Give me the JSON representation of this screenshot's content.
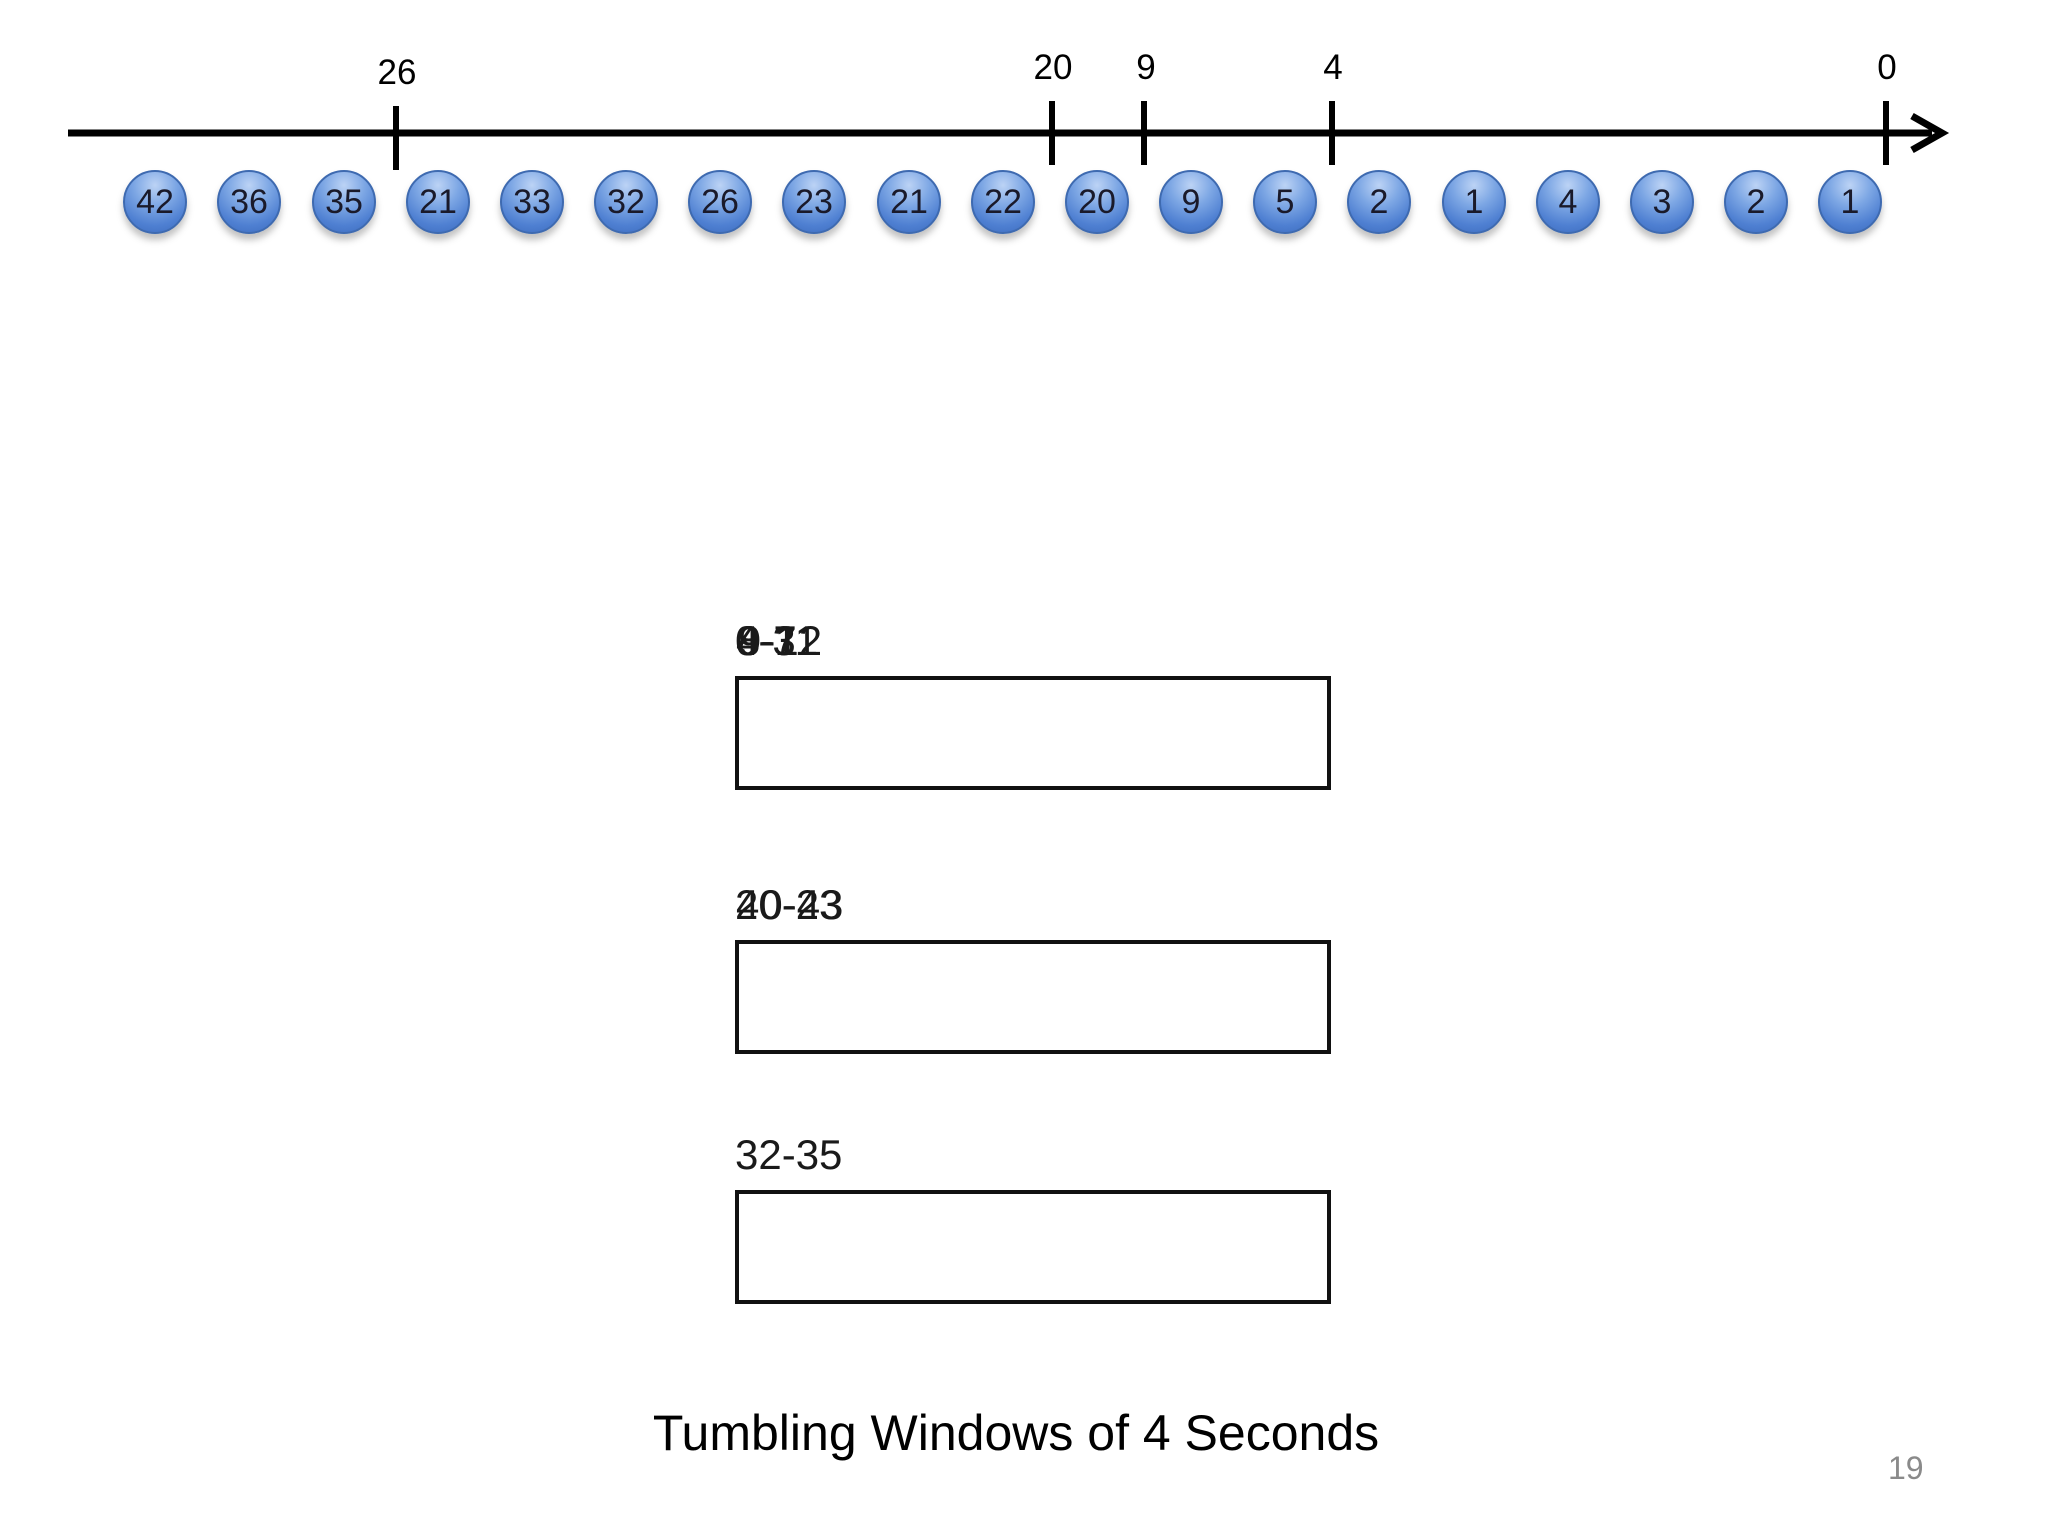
{
  "timeline": {
    "ticks": [
      {
        "label": "26"
      },
      {
        "label": "20"
      },
      {
        "label": "9"
      },
      {
        "label": "4"
      },
      {
        "label": "0"
      }
    ],
    "events": [
      "42",
      "36",
      "35",
      "21",
      "33",
      "32",
      "26",
      "23",
      "21",
      "22",
      "20",
      "9",
      "5",
      "2",
      "1",
      "4",
      "3",
      "2",
      "1"
    ],
    "colors": {
      "axis": "#000000",
      "event_fill": "#5b8bd8",
      "event_border": "#3e6ab0"
    }
  },
  "windows": [
    {
      "labels": [
        "0-3",
        "4-7",
        "8-11",
        "9-12"
      ]
    },
    {
      "labels": [
        "20-23",
        "40-43"
      ]
    },
    {
      "labels": [
        "32-35"
      ]
    }
  ],
  "caption": "Tumbling Windows of 4 Seconds",
  "slide_number": "19"
}
